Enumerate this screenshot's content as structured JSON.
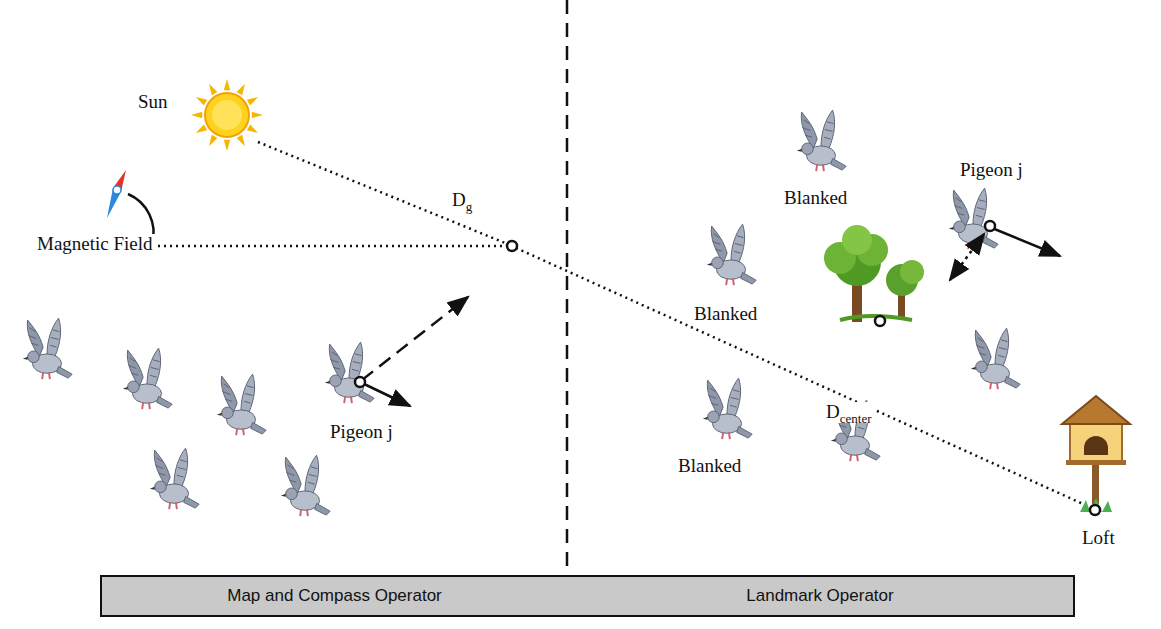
{
  "diagram": {
    "nodes": [
      {
        "text": [
          "Map and Compass Operator"
        ]
      },
      {
        "text": [
          "Landmark Operator"
        ]
      }
    ],
    "labels": [
      "Sun",
      "Magnetic Field",
      "Dg",
      "Pigeon j",
      "Blanked",
      "Blanked",
      "Blanked",
      "Pigeon j",
      "Dcenter",
      "Loft"
    ]
  }
}
